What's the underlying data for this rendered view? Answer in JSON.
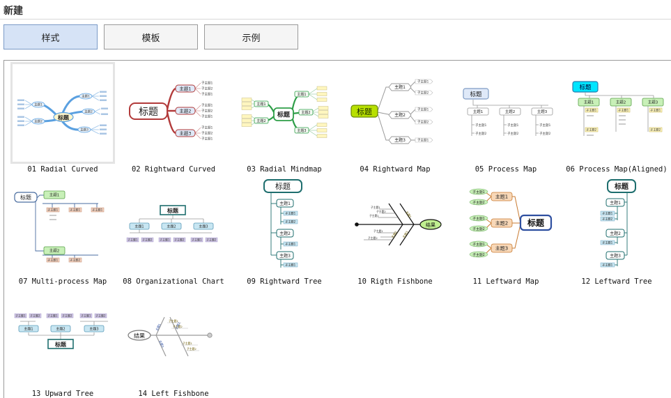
{
  "header": {
    "title": "新建"
  },
  "tabs": [
    {
      "label": "样式",
      "active": true
    },
    {
      "label": "模板",
      "active": false
    },
    {
      "label": "示例",
      "active": false
    }
  ],
  "thumb_text": {
    "title": "标题",
    "topic1": "主题1",
    "topic2": "主题2",
    "topic3": "主题3",
    "sub1": "子主题1",
    "sub2": "子主题2",
    "result": "结果"
  },
  "colors": {
    "accent_tab": "#d6e3f6",
    "radial_blue": "#5aa0e0",
    "curved_red": "#b23a3a",
    "mindmap_green": "#2e9e48"
  },
  "styles": [
    {
      "label": "01 Radial Curved",
      "icon": "radial-curved-icon"
    },
    {
      "label": "02 Rightward Curved",
      "icon": "rightward-curved-icon"
    },
    {
      "label": "03 Radial Mindmap",
      "icon": "radial-mindmap-icon"
    },
    {
      "label": "04 Rightward Map",
      "icon": "rightward-map-icon"
    },
    {
      "label": "05 Process Map",
      "icon": "process-map-icon"
    },
    {
      "label": "06 Process Map(Aligned)",
      "icon": "process-map-aligned-icon"
    },
    {
      "label": "07 Multi-process Map",
      "icon": "multi-process-map-icon"
    },
    {
      "label": "08 Organizational Chart",
      "icon": "org-chart-icon"
    },
    {
      "label": "09 Rightward Tree",
      "icon": "rightward-tree-icon"
    },
    {
      "label": "10 Rigth Fishbone",
      "icon": "right-fishbone-icon"
    },
    {
      "label": "11 Leftward Map",
      "icon": "leftward-map-icon"
    },
    {
      "label": "12 Leftward Tree",
      "icon": "leftward-tree-icon"
    },
    {
      "label": "13 Upward Tree",
      "icon": "upward-tree-icon"
    },
    {
      "label": "14 Left Fishbone",
      "icon": "left-fishbone-icon"
    }
  ]
}
